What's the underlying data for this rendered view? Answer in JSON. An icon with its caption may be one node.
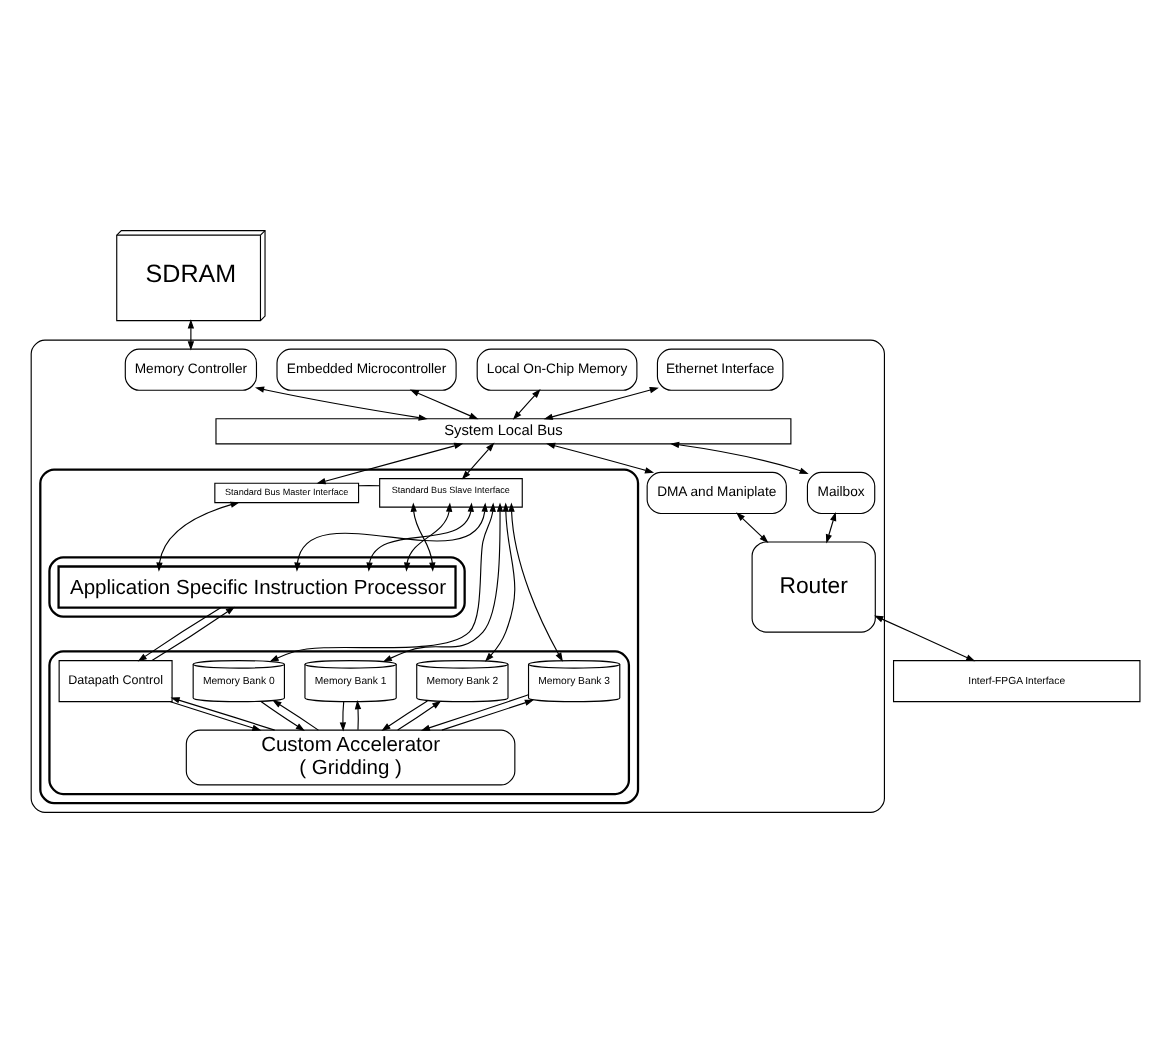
{
  "diagram": {
    "nodes": [
      {
        "text": [
          "SDRAM"
        ]
      },
      {
        "text": [],
        "shape": "box"
      },
      {
        "text": [
          "Memory Controller"
        ],
        "in": 1
      },
      {
        "text": [
          "Embedded Microcontroller"
        ],
        "in": 1
      },
      {
        "text": [
          "Local On-Chip Memory"
        ],
        "in": 1
      },
      {
        "text": [
          "Ethernet Interface"
        ],
        "in": 1
      },
      {
        "text": [
          "System Local Bus"
        ],
        "in": 1
      },
      {
        "text": [],
        "shape": "box",
        "in": 1
      },
      {
        "text": [
          "Standard Bus Master Interface"
        ],
        "in": 7
      },
      {
        "text": [
          "Standard Bus Slave Interface"
        ],
        "in": 7
      },
      {
        "text": [],
        "shape": "box",
        "in": 7
      },
      {
        "text": [
          "Application Specific Instruction Processor"
        ],
        "in": 10
      },
      {
        "text": [],
        "shape": "box",
        "in": 7
      },
      {
        "text": [
          "Datapath Control"
        ],
        "in": 12
      },
      {
        "text": [
          "Memory Bank 0"
        ],
        "in": 12
      },
      {
        "text": [
          "Memory Bank 1"
        ],
        "in": 12
      },
      {
        "text": [
          "Memory Bank 2"
        ],
        "in": 12
      },
      {
        "text": [
          "Memory Bank 3"
        ],
        "in": 12
      },
      {
        "text": [
          "Custom Accelerator",
          "( Gridding )"
        ],
        "in": 12
      },
      {
        "text": [
          "DMA and Maniplate"
        ],
        "in": 1
      },
      {
        "text": [
          "Mailbox"
        ],
        "in": 1
      },
      {
        "text": [
          "Router"
        ],
        "in": 1
      },
      {
        "text": [
          "Interf-FPGA Interface"
        ]
      }
    ],
    "edges": [
      {
        "from": 0,
        "to": 2,
        "arrow": "both"
      },
      {
        "from": 2,
        "to": 6,
        "arrow": "both"
      },
      {
        "from": 3,
        "to": 6,
        "arrow": "both"
      },
      {
        "from": 4,
        "to": 6,
        "arrow": "both"
      },
      {
        "from": 5,
        "to": 6,
        "arrow": "both"
      },
      {
        "from": 6,
        "to": 8,
        "arrow": "both"
      },
      {
        "from": 6,
        "to": 9,
        "arrow": "both"
      },
      {
        "from": 8,
        "to": 9,
        "arrow": "none"
      },
      {
        "from": 8,
        "to": 11,
        "arrow": "both"
      },
      {
        "from": 9,
        "to": 11,
        "arrow": "both"
      },
      {
        "from": 9,
        "to": 11,
        "arrow": "both"
      },
      {
        "from": 9,
        "to": 11,
        "arrow": "both"
      },
      {
        "from": 9,
        "to": 11,
        "arrow": "both"
      },
      {
        "from": 11,
        "to": 13,
        "arrow": "to"
      },
      {
        "from": 13,
        "to": 11,
        "arrow": "to"
      },
      {
        "from": 9,
        "to": 14,
        "arrow": "both"
      },
      {
        "from": 9,
        "to": 15,
        "arrow": "both"
      },
      {
        "from": 9,
        "to": 16,
        "arrow": "both"
      },
      {
        "from": 9,
        "to": 17,
        "arrow": "both"
      },
      {
        "from": 13,
        "to": 18,
        "arrow": "to"
      },
      {
        "from": 18,
        "to": 13,
        "arrow": "to"
      },
      {
        "from": 14,
        "to": 18,
        "arrow": "to"
      },
      {
        "from": 18,
        "to": 14,
        "arrow": "to"
      },
      {
        "from": 15,
        "to": 18,
        "arrow": "to"
      },
      {
        "from": 18,
        "to": 15,
        "arrow": "to"
      },
      {
        "from": 16,
        "to": 18,
        "arrow": "to"
      },
      {
        "from": 18,
        "to": 16,
        "arrow": "to"
      },
      {
        "from": 17,
        "to": 18,
        "arrow": "to"
      },
      {
        "from": 18,
        "to": 17,
        "arrow": "to"
      },
      {
        "from": 6,
        "to": 19,
        "arrow": "both"
      },
      {
        "from": 6,
        "to": 20,
        "arrow": "both"
      },
      {
        "from": 19,
        "to": 21,
        "arrow": "both"
      },
      {
        "from": 20,
        "to": 21,
        "arrow": "both"
      },
      {
        "from": 21,
        "to": 22,
        "arrow": "both"
      }
    ]
  }
}
